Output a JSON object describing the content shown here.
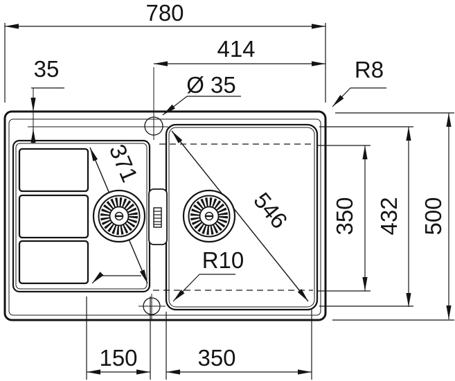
{
  "drawing": {
    "type": "sink-technical-drawing",
    "colors": {
      "line": "#141414",
      "background": "#ffffff"
    },
    "labels": {
      "overall_width": "780",
      "right_section_width": "414",
      "tap_hole_edge_offset": "35",
      "tap_hole_diameter": "Ø 35",
      "rim_corner_radius": "R8",
      "bowl_corner_radius": "R10",
      "small_bowl_diagonal": "371",
      "main_bowl_diagonal": "546",
      "bowl_floor_depth": "350",
      "main_bowl_outer_depth": "432",
      "overall_depth": "500",
      "small_bowl_floor_width": "150",
      "main_bowl_floor_width": "350"
    }
  }
}
